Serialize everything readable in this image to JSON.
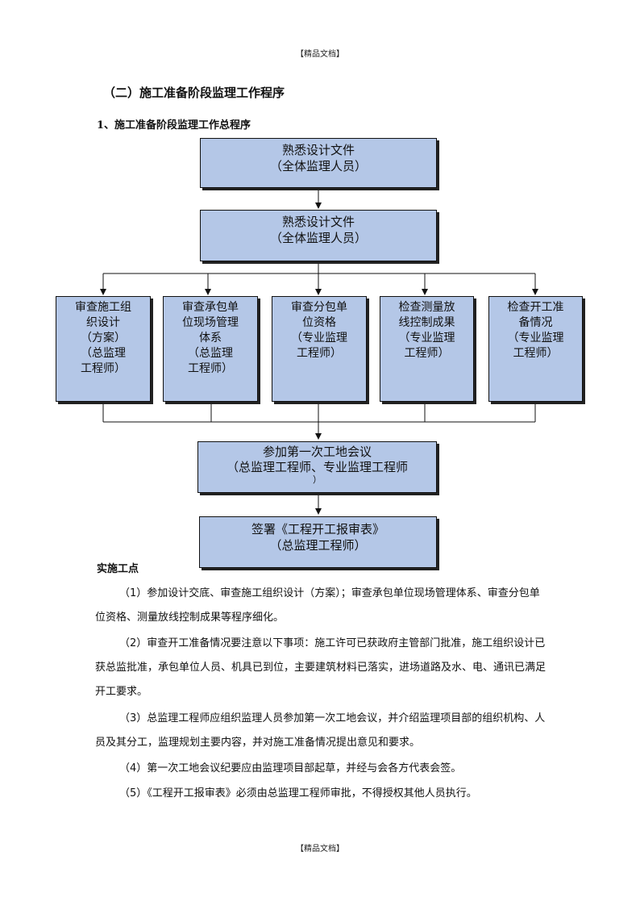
{
  "header": "【精品文档】",
  "footer": "【精品文档】",
  "section_title": "（二）施工准备阶段监理工作程序",
  "subsection_title": "1、施工准备阶段监理工作总程序",
  "flow": {
    "box1": {
      "line1": "熟悉设计文件",
      "line2": "（全体监理人员）"
    },
    "box2": {
      "line1": "熟悉设计文件",
      "line2": "（全体监理人员）"
    },
    "branches": [
      {
        "lines": [
          "审查施工组",
          "织设计",
          "（方案）",
          "（总监理",
          "工程师）"
        ]
      },
      {
        "lines": [
          "审查承包单",
          "位现场管理",
          "体系",
          "（总监理",
          "工程师）"
        ]
      },
      {
        "lines": [
          "审查分包单",
          "位资格",
          "（专业监理",
          "工程师）"
        ]
      },
      {
        "lines": [
          "检查测量放",
          "线控制成果",
          "（专业监理",
          "工程师）"
        ]
      },
      {
        "lines": [
          "检查开工准",
          "备情况",
          "（专业监理",
          "工程师）"
        ]
      }
    ],
    "box3": {
      "line1": "参加第一次工地会议",
      "line2": "（总监理工程师、专业监理工程师",
      "line3": "）"
    },
    "box4": {
      "line1": "签署《工程开工报审表》",
      "line2": "（总监理工程师）"
    }
  },
  "key_points_label": "实施工点",
  "paragraphs": [
    "（1）参加设计交底、审查施工组织设计（方案）；审查承包单位现场管理体系、审查分包单位资格、测量放线控制成果等程序细化。",
    "（2）审查开工准备情况要注意以下事项：施工许可已获政府主管部门批准，施工组织设计已获总监批准，承包单位人员、机具已到位，主要建筑材料已落实，进场道路及水、电、通讯已满足开工要求。",
    "（3）总监理工程师应组织监理人员参加第一次工地会议，并介绍监理项目部的组织机构、人员及其分工，监理规划主要内容，并对施工准备情况提出意见和要求。",
    "（4）第一次工地会议纪要应由监理项目部起草，并经与会各方代表会签。",
    "（5）《工程开工报审表》必须由总监理工程师审批，不得授权其他人员执行。"
  ]
}
